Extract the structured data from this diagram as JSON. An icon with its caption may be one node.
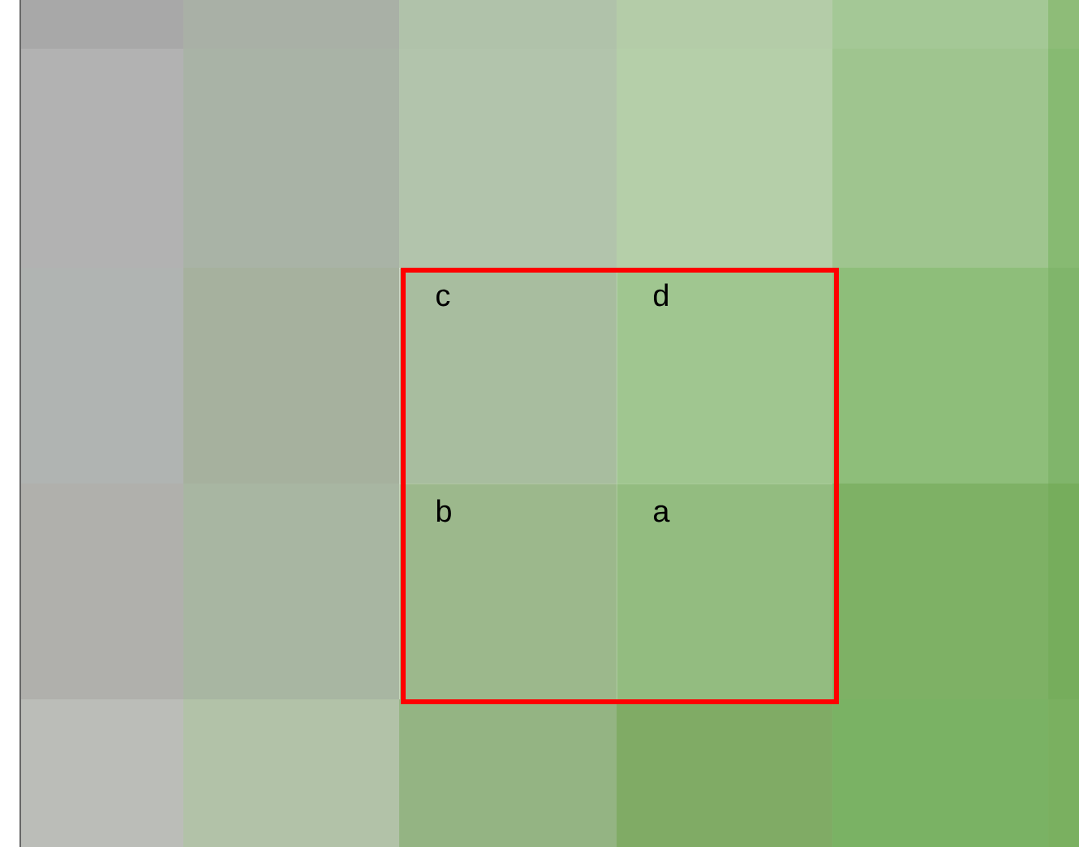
{
  "diagram": {
    "nodes": [
      {
        "text": [],
        "shape": "box"
      },
      {
        "text": [
          "c"
        ],
        "in": 0
      },
      {
        "text": [
          "d"
        ],
        "in": 0
      },
      {
        "text": [
          "b"
        ],
        "in": 0
      },
      {
        "text": [
          "a"
        ],
        "in": 0
      }
    ]
  }
}
